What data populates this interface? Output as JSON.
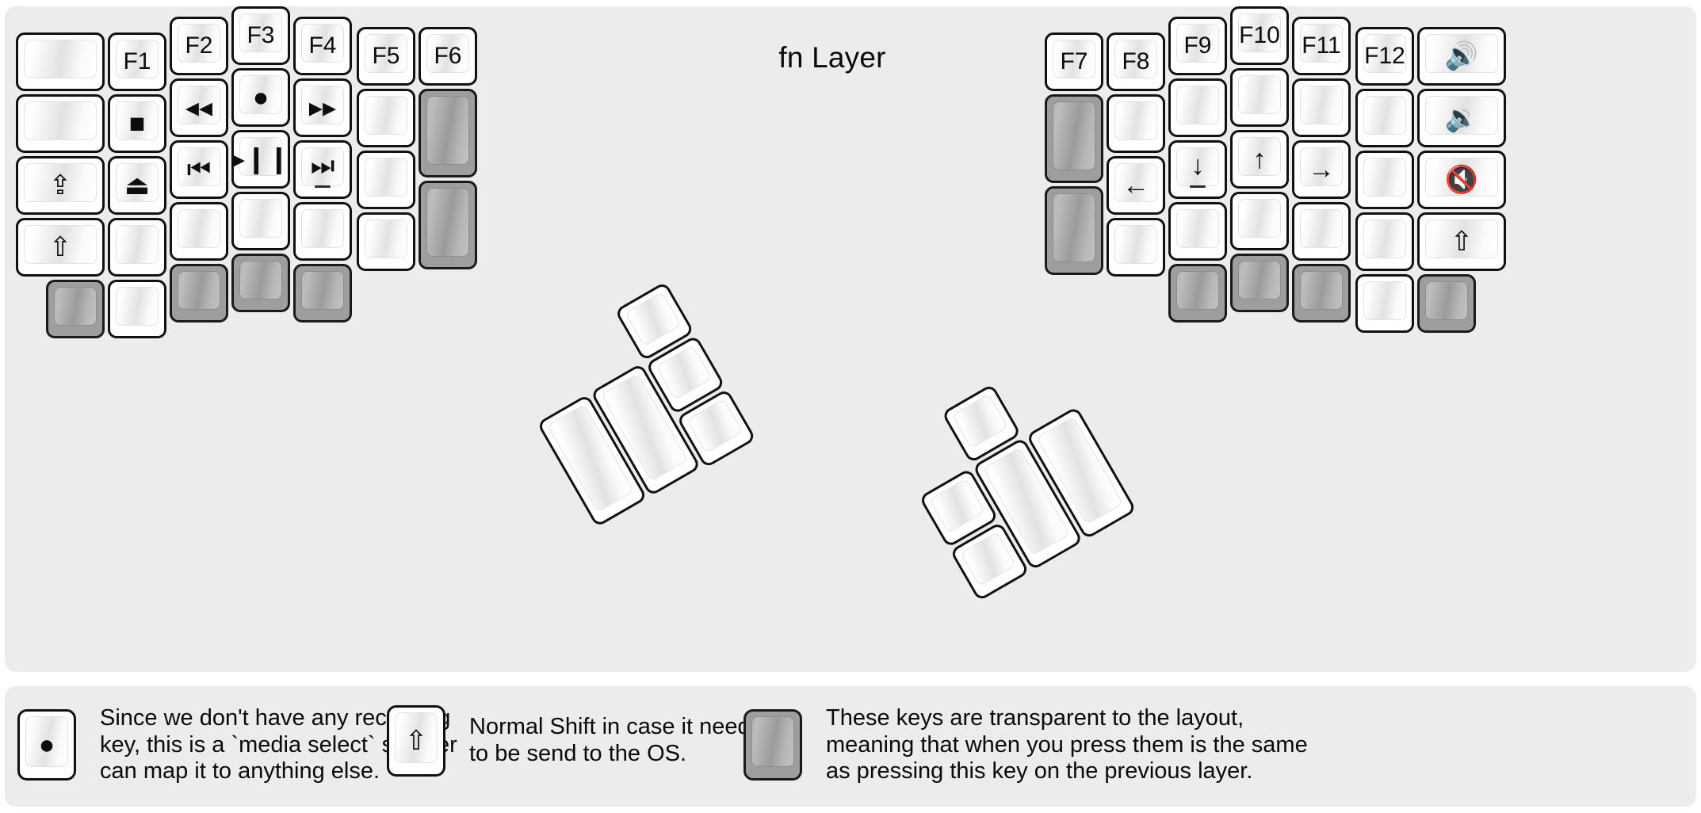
{
  "title": "fn Layer",
  "colors": {
    "background": "#ececec",
    "key_face": "#ffffff",
    "key_transparent": "#9e9e9e",
    "outline": "#111111",
    "text": "#0a0a0a"
  },
  "glyphs": {
    "rewind": "◂◂",
    "fast_forward": "▸▸",
    "record": "●",
    "prev_track": "⏮",
    "play_pause": "▸❙❙",
    "next_track": "⏭",
    "stop": "■",
    "eject": "⏏",
    "caps_lock": "⇪",
    "shift": "⇧",
    "arrow_left": "←",
    "arrow_down": "↓",
    "arrow_up": "↑",
    "arrow_right": "→",
    "volume_up": "🔊",
    "volume_down": "🔉",
    "volume_mute": "🔇"
  },
  "left_half": {
    "columns": [
      {
        "name": "col-left-outer",
        "keys": [
          {
            "name": "key-blank-l1r1",
            "label": "",
            "icon": "",
            "transparent": false
          },
          {
            "name": "key-blank-l1r2",
            "label": "",
            "icon": "",
            "transparent": false
          },
          {
            "name": "key-caps-lock",
            "label": "⇪",
            "icon": "caps-lock-icon",
            "transparent": false
          },
          {
            "name": "key-shift-left",
            "label": "⇧",
            "icon": "shift-icon",
            "transparent": false
          },
          {
            "name": "key-trans-l1r5",
            "label": "",
            "icon": "",
            "transparent": true
          }
        ]
      },
      {
        "name": "col-f1",
        "keys": [
          {
            "name": "key-f1",
            "label": "F1",
            "icon": "",
            "transparent": false
          },
          {
            "name": "key-media-stop",
            "label": "■",
            "icon": "stop-icon",
            "transparent": false
          },
          {
            "name": "key-media-eject",
            "label": "⏏",
            "icon": "eject-icon",
            "transparent": false
          },
          {
            "name": "key-blank-l2r4",
            "label": "",
            "icon": "",
            "transparent": false
          },
          {
            "name": "key-blank-l2r5",
            "label": "",
            "icon": "",
            "transparent": false
          }
        ]
      },
      {
        "name": "col-f2",
        "keys": [
          {
            "name": "key-f2",
            "label": "F2",
            "icon": "",
            "transparent": false
          },
          {
            "name": "key-rewind",
            "label": "◂◂",
            "icon": "rewind-icon",
            "transparent": false
          },
          {
            "name": "key-prev-track",
            "label": "⏮",
            "icon": "prev-track-icon",
            "transparent": false
          },
          {
            "name": "key-blank-l3r4",
            "label": "",
            "icon": "",
            "transparent": false
          },
          {
            "name": "key-trans-l3r5",
            "label": "",
            "icon": "",
            "transparent": true
          }
        ]
      },
      {
        "name": "col-f3",
        "keys": [
          {
            "name": "key-f3",
            "label": "F3",
            "icon": "",
            "transparent": false
          },
          {
            "name": "key-media-record",
            "label": "●",
            "icon": "record-icon",
            "transparent": false
          },
          {
            "name": "key-play-pause",
            "label": "▸❙❙",
            "icon": "play-pause-icon",
            "transparent": false
          },
          {
            "name": "key-blank-l4r4",
            "label": "",
            "icon": "",
            "transparent": false
          },
          {
            "name": "key-trans-l4r5",
            "label": "",
            "icon": "",
            "transparent": true
          }
        ]
      },
      {
        "name": "col-f4",
        "keys": [
          {
            "name": "key-f4",
            "label": "F4",
            "icon": "",
            "transparent": false
          },
          {
            "name": "key-fast-forward",
            "label": "▸▸",
            "icon": "fast-forward-icon",
            "transparent": false
          },
          {
            "name": "key-next-track",
            "label": "⏭",
            "icon": "next-track-icon",
            "transparent": false,
            "bump": true
          },
          {
            "name": "key-blank-l5r4",
            "label": "",
            "icon": "",
            "transparent": false
          },
          {
            "name": "key-trans-l5r5",
            "label": "",
            "icon": "",
            "transparent": true
          }
        ]
      },
      {
        "name": "col-f5",
        "keys": [
          {
            "name": "key-f5",
            "label": "F5",
            "icon": "",
            "transparent": false
          },
          {
            "name": "key-blank-l6r2",
            "label": "",
            "icon": "",
            "transparent": false
          },
          {
            "name": "key-blank-l6r3",
            "label": "",
            "icon": "",
            "transparent": false
          },
          {
            "name": "key-blank-l6r4",
            "label": "",
            "icon": "",
            "transparent": false
          }
        ]
      },
      {
        "name": "col-f6",
        "keys": [
          {
            "name": "key-f6",
            "label": "F6",
            "icon": "",
            "transparent": false
          },
          {
            "name": "key-trans-l7r2",
            "label": "",
            "icon": "",
            "transparent": true,
            "tall": true
          },
          {
            "name": "key-trans-l7r3",
            "label": "",
            "icon": "",
            "transparent": true,
            "tall": true
          }
        ]
      }
    ],
    "thumb_cluster": [
      {
        "name": "thumb-left-1",
        "label": "",
        "icon": "",
        "transparent": false,
        "size": "tall"
      },
      {
        "name": "thumb-left-2",
        "label": "",
        "icon": "",
        "transparent": false,
        "size": "tall"
      },
      {
        "name": "thumb-left-3",
        "label": "",
        "icon": "",
        "transparent": false,
        "size": "unit"
      },
      {
        "name": "thumb-left-4",
        "label": "",
        "icon": "",
        "transparent": false,
        "size": "unit"
      },
      {
        "name": "thumb-left-5",
        "label": "",
        "icon": "",
        "transparent": false,
        "size": "unit"
      }
    ]
  },
  "right_half": {
    "columns": [
      {
        "name": "col-f7",
        "keys": [
          {
            "name": "key-f7",
            "label": "F7",
            "icon": "",
            "transparent": false
          },
          {
            "name": "key-trans-r1r2",
            "label": "",
            "icon": "",
            "transparent": true,
            "tall": true
          },
          {
            "name": "key-trans-r1r3",
            "label": "",
            "icon": "",
            "transparent": true,
            "tall": true
          }
        ]
      },
      {
        "name": "col-f8",
        "keys": [
          {
            "name": "key-f8",
            "label": "F8",
            "icon": "",
            "transparent": false
          },
          {
            "name": "key-blank-r2r2",
            "label": "",
            "icon": "",
            "transparent": false
          },
          {
            "name": "key-arrow-left",
            "label": "←",
            "icon": "arrow-left-icon",
            "transparent": false
          },
          {
            "name": "key-blank-r2r4",
            "label": "",
            "icon": "",
            "transparent": false
          }
        ]
      },
      {
        "name": "col-f9",
        "keys": [
          {
            "name": "key-f9",
            "label": "F9",
            "icon": "",
            "transparent": false
          },
          {
            "name": "key-blank-r3r2",
            "label": "",
            "icon": "",
            "transparent": false
          },
          {
            "name": "key-arrow-down",
            "label": "↓",
            "icon": "arrow-down-icon",
            "transparent": false,
            "bump": true
          },
          {
            "name": "key-blank-r3r4",
            "label": "",
            "icon": "",
            "transparent": false
          },
          {
            "name": "key-trans-r3r5",
            "label": "",
            "icon": "",
            "transparent": true
          }
        ]
      },
      {
        "name": "col-f10",
        "keys": [
          {
            "name": "key-f10",
            "label": "F10",
            "icon": "",
            "transparent": false
          },
          {
            "name": "key-blank-r4r2",
            "label": "",
            "icon": "",
            "transparent": false
          },
          {
            "name": "key-arrow-up",
            "label": "↑",
            "icon": "arrow-up-icon",
            "transparent": false
          },
          {
            "name": "key-blank-r4r4",
            "label": "",
            "icon": "",
            "transparent": false
          },
          {
            "name": "key-trans-r4r5",
            "label": "",
            "icon": "",
            "transparent": true
          }
        ]
      },
      {
        "name": "col-f11",
        "keys": [
          {
            "name": "key-f11",
            "label": "F11",
            "icon": "",
            "transparent": false
          },
          {
            "name": "key-blank-r5r2",
            "label": "",
            "icon": "",
            "transparent": false
          },
          {
            "name": "key-arrow-right",
            "label": "→",
            "icon": "arrow-right-icon",
            "transparent": false
          },
          {
            "name": "key-blank-r5r4",
            "label": "",
            "icon": "",
            "transparent": false
          },
          {
            "name": "key-trans-r5r5",
            "label": "",
            "icon": "",
            "transparent": true
          }
        ]
      },
      {
        "name": "col-f12",
        "keys": [
          {
            "name": "key-f12",
            "label": "F12",
            "icon": "",
            "transparent": false
          },
          {
            "name": "key-blank-r6r2",
            "label": "",
            "icon": "",
            "transparent": false
          },
          {
            "name": "key-blank-r6r3",
            "label": "",
            "icon": "",
            "transparent": false
          },
          {
            "name": "key-blank-r6r4",
            "label": "",
            "icon": "",
            "transparent": false
          },
          {
            "name": "key-blank-r6r5",
            "label": "",
            "icon": "",
            "transparent": false
          }
        ]
      },
      {
        "name": "col-right-outer",
        "keys": [
          {
            "name": "key-volume-up",
            "label": "🔊",
            "icon": "volume-up-icon",
            "transparent": false
          },
          {
            "name": "key-volume-down",
            "label": "🔉",
            "icon": "volume-down-icon",
            "transparent": false
          },
          {
            "name": "key-volume-mute",
            "label": "🔇",
            "icon": "volume-mute-icon",
            "transparent": false
          },
          {
            "name": "key-shift-right",
            "label": "⇧",
            "icon": "shift-icon",
            "transparent": false
          },
          {
            "name": "key-trans-r7r5",
            "label": "",
            "icon": "",
            "transparent": true
          }
        ]
      }
    ],
    "thumb_cluster": [
      {
        "name": "thumb-right-1",
        "label": "",
        "icon": "",
        "transparent": false,
        "size": "unit"
      },
      {
        "name": "thumb-right-2",
        "label": "",
        "icon": "",
        "transparent": false,
        "size": "unit"
      },
      {
        "name": "thumb-right-3",
        "label": "",
        "icon": "",
        "transparent": false,
        "size": "unit"
      },
      {
        "name": "thumb-right-4",
        "label": "",
        "icon": "",
        "transparent": false,
        "size": "tall"
      },
      {
        "name": "thumb-right-5",
        "label": "",
        "icon": "",
        "transparent": false,
        "size": "tall"
      }
    ]
  },
  "legend": [
    {
      "name": "legend-record",
      "key_label": "●",
      "key_icon": "record-icon",
      "transparent": false,
      "text": "Since we don't have any recording\nkey, this is a `media select` so user\ncan map it to anything else."
    },
    {
      "name": "legend-shift",
      "key_label": "⇧",
      "key_icon": "shift-icon",
      "transparent": false,
      "text": "Normal Shift in case it needs\nto be send to the OS."
    },
    {
      "name": "legend-transparent",
      "key_label": "",
      "key_icon": "",
      "transparent": true,
      "text": "These keys are transparent to the layout,\nmeaning that when you press them is the same\nas pressing this key on the previous layer."
    }
  ]
}
